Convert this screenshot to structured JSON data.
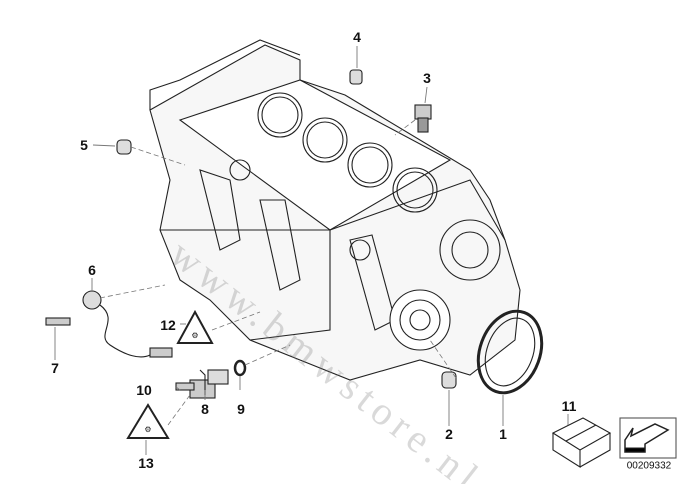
{
  "diagram": {
    "callouts": [
      {
        "id": "1",
        "label": "1"
      },
      {
        "id": "2",
        "label": "2"
      },
      {
        "id": "3",
        "label": "3"
      },
      {
        "id": "4",
        "label": "4"
      },
      {
        "id": "5",
        "label": "5"
      },
      {
        "id": "6",
        "label": "6"
      },
      {
        "id": "7",
        "label": "7"
      },
      {
        "id": "8",
        "label": "8"
      },
      {
        "id": "9",
        "label": "9"
      },
      {
        "id": "10",
        "label": "10"
      },
      {
        "id": "11",
        "label": "11"
      },
      {
        "id": "12",
        "label": "12"
      },
      {
        "id": "13",
        "label": "13"
      }
    ],
    "diagram_code": "00209332",
    "watermark": "www.bmwstore.nl"
  }
}
